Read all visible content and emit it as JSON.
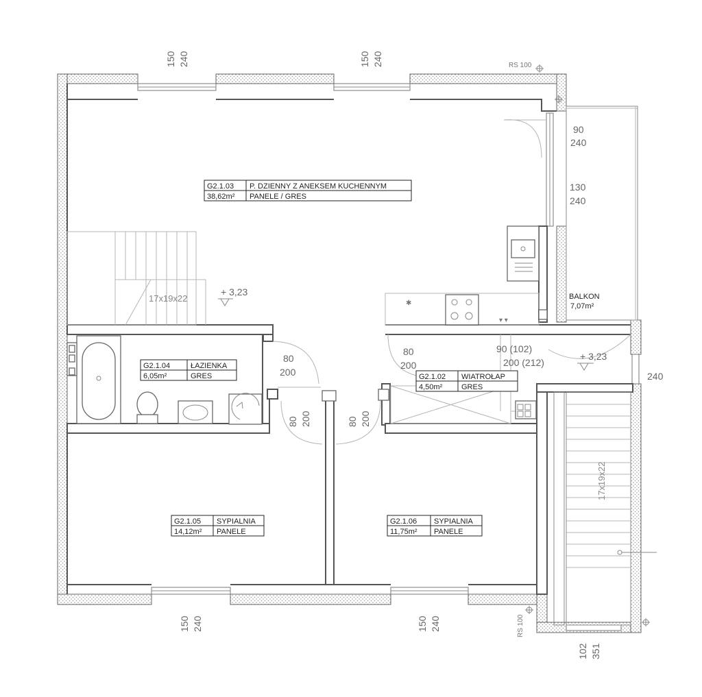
{
  "rooms": [
    {
      "code": "G2.1.03",
      "name": "P. DZIENNY Z ANEKSEM KUCHENNYM",
      "area": "38,62m²",
      "floor": "PANELE / GRES"
    },
    {
      "code": "G2.1.04",
      "name": "ŁAZIENKA",
      "area": "6,05m²",
      "floor": "GRES"
    },
    {
      "code": "G2.1.02",
      "name": "WIATROŁAP",
      "area": "4,50m²",
      "floor": "GRES"
    },
    {
      "code": "G2.1.05",
      "name": "SYPIALNIA",
      "area": "14,12m²",
      "floor": "PANELE"
    },
    {
      "code": "G2.1.06",
      "name": "SYPIALNIA",
      "area": "11,75m²",
      "floor": "PANELE"
    }
  ],
  "balcony": {
    "name": "BALKON",
    "area": "7,07m²"
  },
  "levels": {
    "main": "+ 3,23",
    "stair": "+ 3,23"
  },
  "stairs": {
    "left": "17x19x22",
    "right": "17x19x22"
  },
  "rs_labels": {
    "top": "RS 100",
    "bottom": "RS 100"
  },
  "dimensions": {
    "top_left_window": {
      "w": "150",
      "h": "240"
    },
    "top_right_window": {
      "w": "150",
      "h": "240"
    },
    "bottom_left_window": {
      "w": "150",
      "h": "240"
    },
    "bottom_right_window": {
      "w": "150",
      "h": "240"
    },
    "balcony_door": {
      "w": "90",
      "h": "240"
    },
    "balcony_window": {
      "w": "130",
      "h": "240"
    },
    "bathroom_door": {
      "w": "80",
      "h": "200"
    },
    "hall_door": {
      "w": "80",
      "h": "200"
    },
    "entrance_door": {
      "w": "90 (102)",
      "h": "200 (212)"
    },
    "bedroom_left_door": {
      "w": "80",
      "h": "200"
    },
    "bedroom_right_door": {
      "w": "80",
      "h": "200"
    },
    "stair_window": {
      "w": "102",
      "h": "351"
    },
    "side_window": {
      "h": "240"
    }
  }
}
